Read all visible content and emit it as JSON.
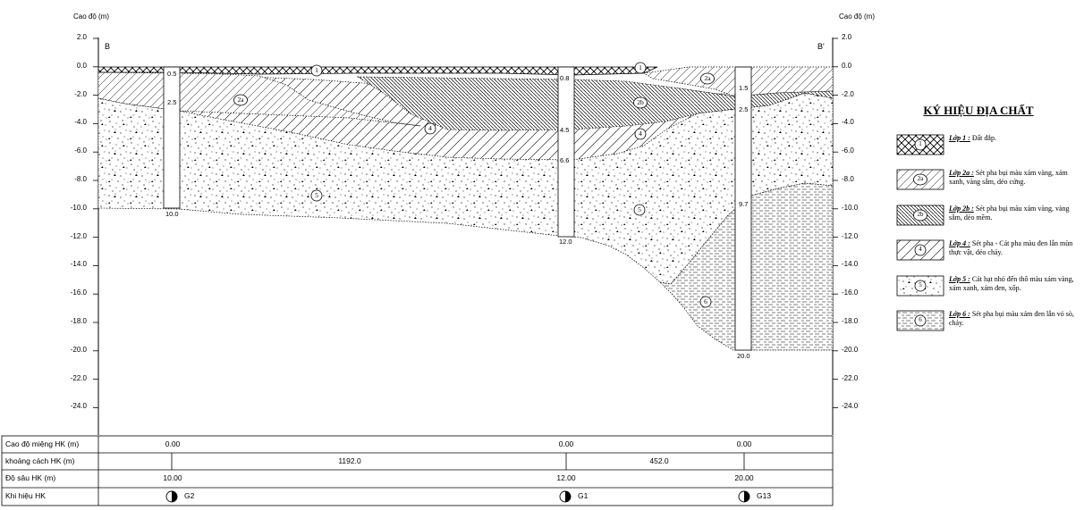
{
  "axis": {
    "title": "Cao độ (m)",
    "ticks": [
      "2.0",
      "0.0",
      "-2.0",
      "-4.0",
      "-6.0",
      "-8.0",
      "-10.0",
      "-12.0",
      "-14.0",
      "-16.0",
      "-18.0",
      "-20.0",
      "-22.0",
      "-24.0"
    ]
  },
  "section": {
    "start_label": "B",
    "end_label": "B'",
    "boreholes": [
      {
        "name": "G2",
        "collar_elev": "0.00",
        "depth": "10.00",
        "depth_end": "10.0",
        "layer_marks": [
          "0.5",
          "2.5"
        ]
      },
      {
        "name": "G1",
        "collar_elev": "0.00",
        "depth": "12.00",
        "depth_end": "12.0",
        "layer_marks": [
          "0.8",
          "4.5",
          "6.6"
        ]
      },
      {
        "name": "G13",
        "collar_elev": "0.00",
        "depth": "20.00",
        "depth_end": "20.0",
        "layer_marks": [
          "1.5",
          "2.5",
          "9.7"
        ]
      }
    ],
    "distances": [
      "1192.0",
      "452.0"
    ],
    "layer_tags": [
      "1",
      "1",
      "2a",
      "2a",
      "2b",
      "4",
      "4",
      "5",
      "5",
      "6"
    ]
  },
  "table": {
    "row_labels": [
      "Cao độ miệng HK (m)",
      "khoảng cách HK (m)",
      "Độ sâu HK (m)",
      "Khi hiệu HK"
    ]
  },
  "legend": {
    "title": "KÝ HIỆU ĐỊA CHẤT",
    "items": [
      {
        "tag": "1",
        "layer": "Lớp 1 :",
        "desc": "Đất đắp."
      },
      {
        "tag": "2a",
        "layer": "Lớp 2a :",
        "desc": "Sét pha bụi màu xám vàng, xám xanh, vàng sẫm, dẻo cứng."
      },
      {
        "tag": "2b",
        "layer": "Lớp 2b :",
        "desc": "Sét pha bụi màu xám vàng, vàng sẫm, dẻo mềm."
      },
      {
        "tag": "4",
        "layer": "Lớp 4 :",
        "desc": "Sét pha - Cát pha màu đen lẫn mùn thực vật, dẻo chảy."
      },
      {
        "tag": "5",
        "layer": "Lớp 5 :",
        "desc": "Cát hạt nhỏ đến thô màu xám vàng, xám xanh, xám đen, xốp."
      },
      {
        "tag": "6",
        "layer": "Lớp 6 :",
        "desc": "Sét pha bụi màu xám đen lẫn vỏ sò, chảy."
      }
    ]
  }
}
